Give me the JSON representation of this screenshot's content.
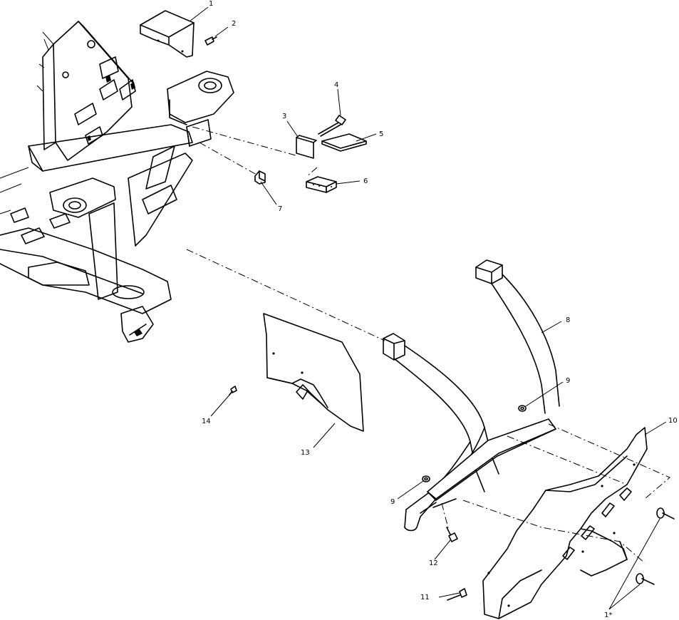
{
  "callouts": [
    {
      "id": "c1",
      "text": "1"
    },
    {
      "id": "c2",
      "text": "2"
    },
    {
      "id": "c3",
      "text": "3"
    },
    {
      "id": "c4",
      "text": "4"
    },
    {
      "id": "c5",
      "text": "5"
    },
    {
      "id": "c6",
      "text": "6"
    },
    {
      "id": "c7",
      "text": "7"
    },
    {
      "id": "c8",
      "text": "8"
    },
    {
      "id": "c9a",
      "text": "9"
    },
    {
      "id": "c9b",
      "text": "9"
    },
    {
      "id": "c10",
      "text": "10"
    },
    {
      "id": "c11",
      "text": "11"
    },
    {
      "id": "c12",
      "text": "12"
    },
    {
      "id": "c13",
      "text": "13"
    },
    {
      "id": "c14",
      "text": "14"
    },
    {
      "id": "c1b",
      "text": "1*"
    }
  ]
}
